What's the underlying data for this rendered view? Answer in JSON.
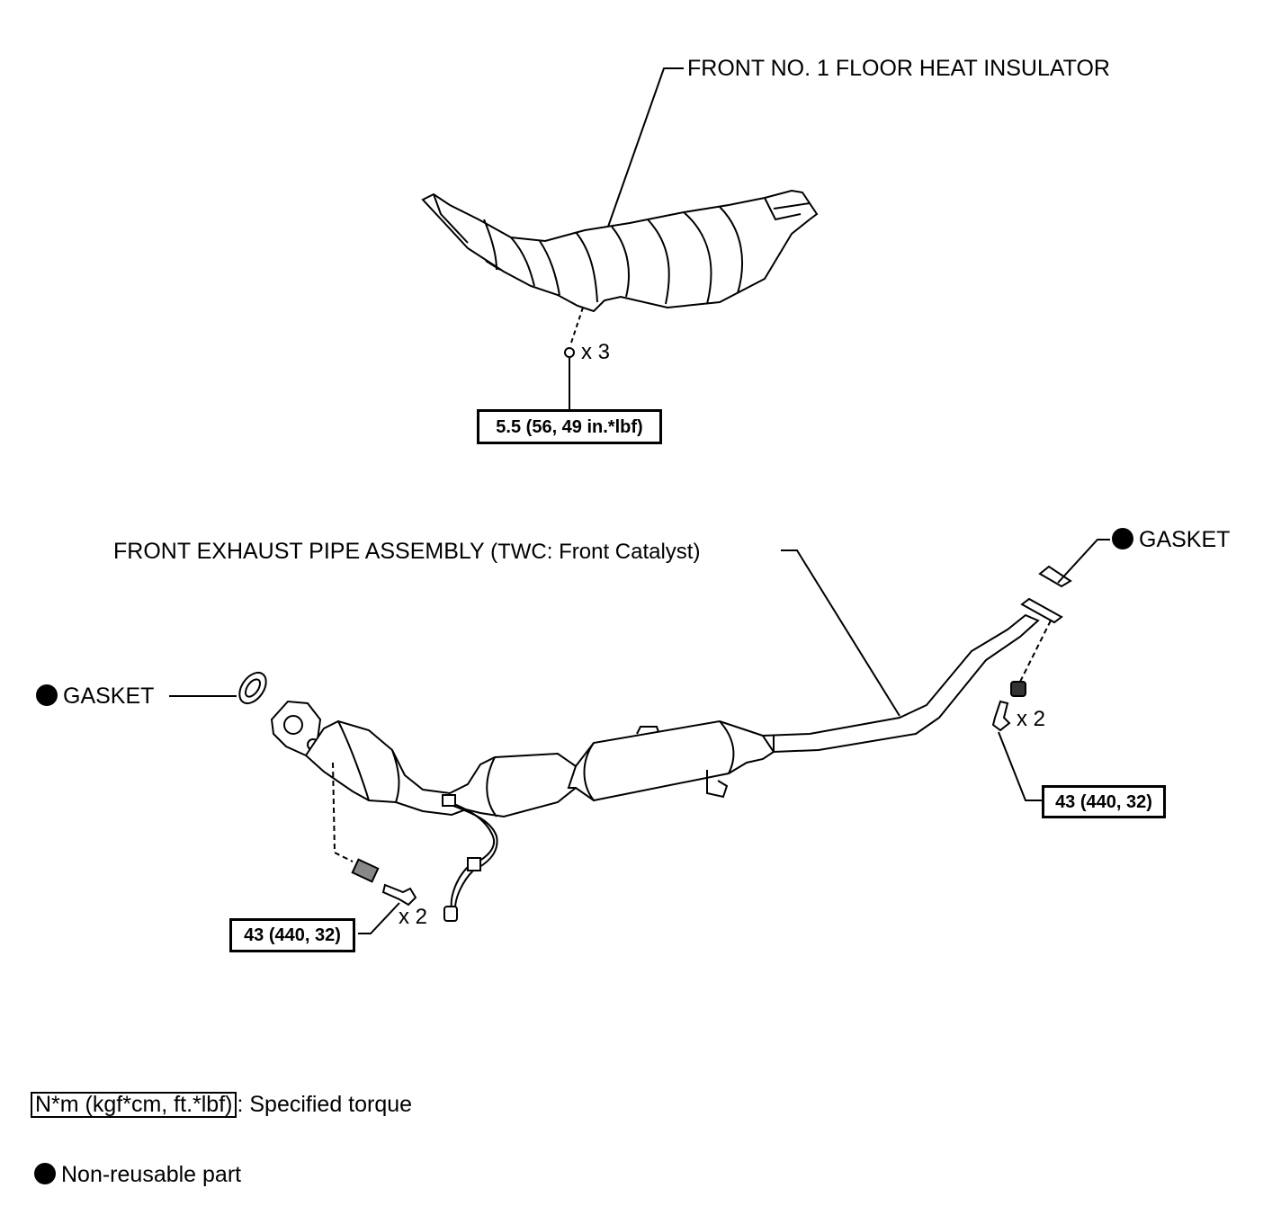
{
  "labels": {
    "heat_insulator": "FRONT NO. 1 FLOOR HEAT INSULATOR",
    "exhaust_pipe": "FRONT EXHAUST PIPE ASSEMBLY",
    "exhaust_pipe_note": "(TWC: Front Catalyst)",
    "gasket_left": "GASKET",
    "gasket_right": "GASKET"
  },
  "quantities": {
    "insulator_bolts": "x 3",
    "left_bolts": "x 2",
    "right_bolts": "x 2"
  },
  "torques": {
    "insulator": "5.5 (56, 49 in.*lbf)",
    "left_flange": "43 (440, 32)",
    "right_flange": "43 (440, 32)"
  },
  "legend": {
    "torque_unit": "N*m (kgf*cm, ft.*lbf)",
    "torque_desc": ": Specified torque",
    "non_reusable": "Non-reusable part"
  }
}
